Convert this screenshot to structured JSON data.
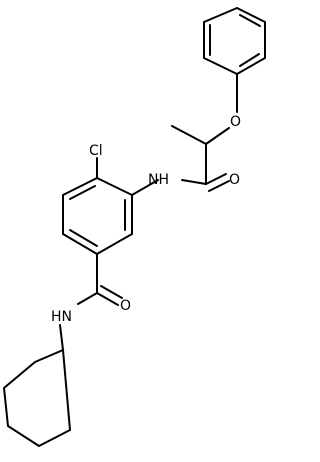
{
  "atoms": {
    "o_ether": "O",
    "o_amide_upper": "O",
    "nh_upper": "NH",
    "cl": "Cl",
    "o_amide_lower": "O",
    "hn_lower": "HN"
  }
}
